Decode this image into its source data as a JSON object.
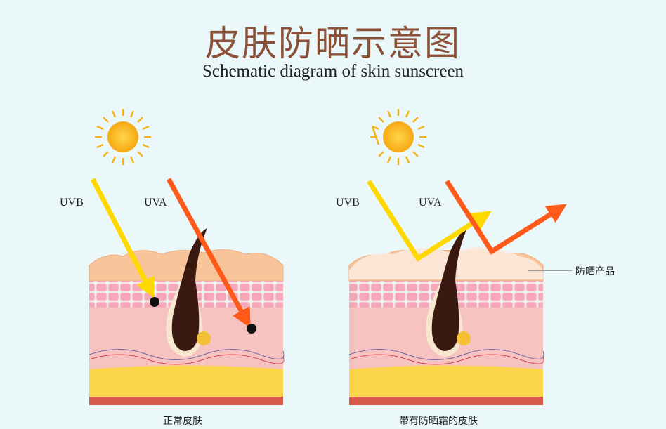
{
  "title": "皮肤防晒示意图",
  "subtitle": "Schematic diagram of skin sunscreen",
  "left_panel": {
    "uvb_label": "UVB",
    "uva_label": "UVA",
    "caption": "正常皮肤"
  },
  "right_panel": {
    "uvb_label": "UVB",
    "uva_label": "UVA",
    "caption": "带有防晒霜的皮肤",
    "sunscreen_label": "防晒产品"
  },
  "colors": {
    "uvb": "#ffd800",
    "uva": "#ff5a1a",
    "sun": "#fbb416",
    "title": "#8b5038",
    "background": "#eaf8f9"
  }
}
